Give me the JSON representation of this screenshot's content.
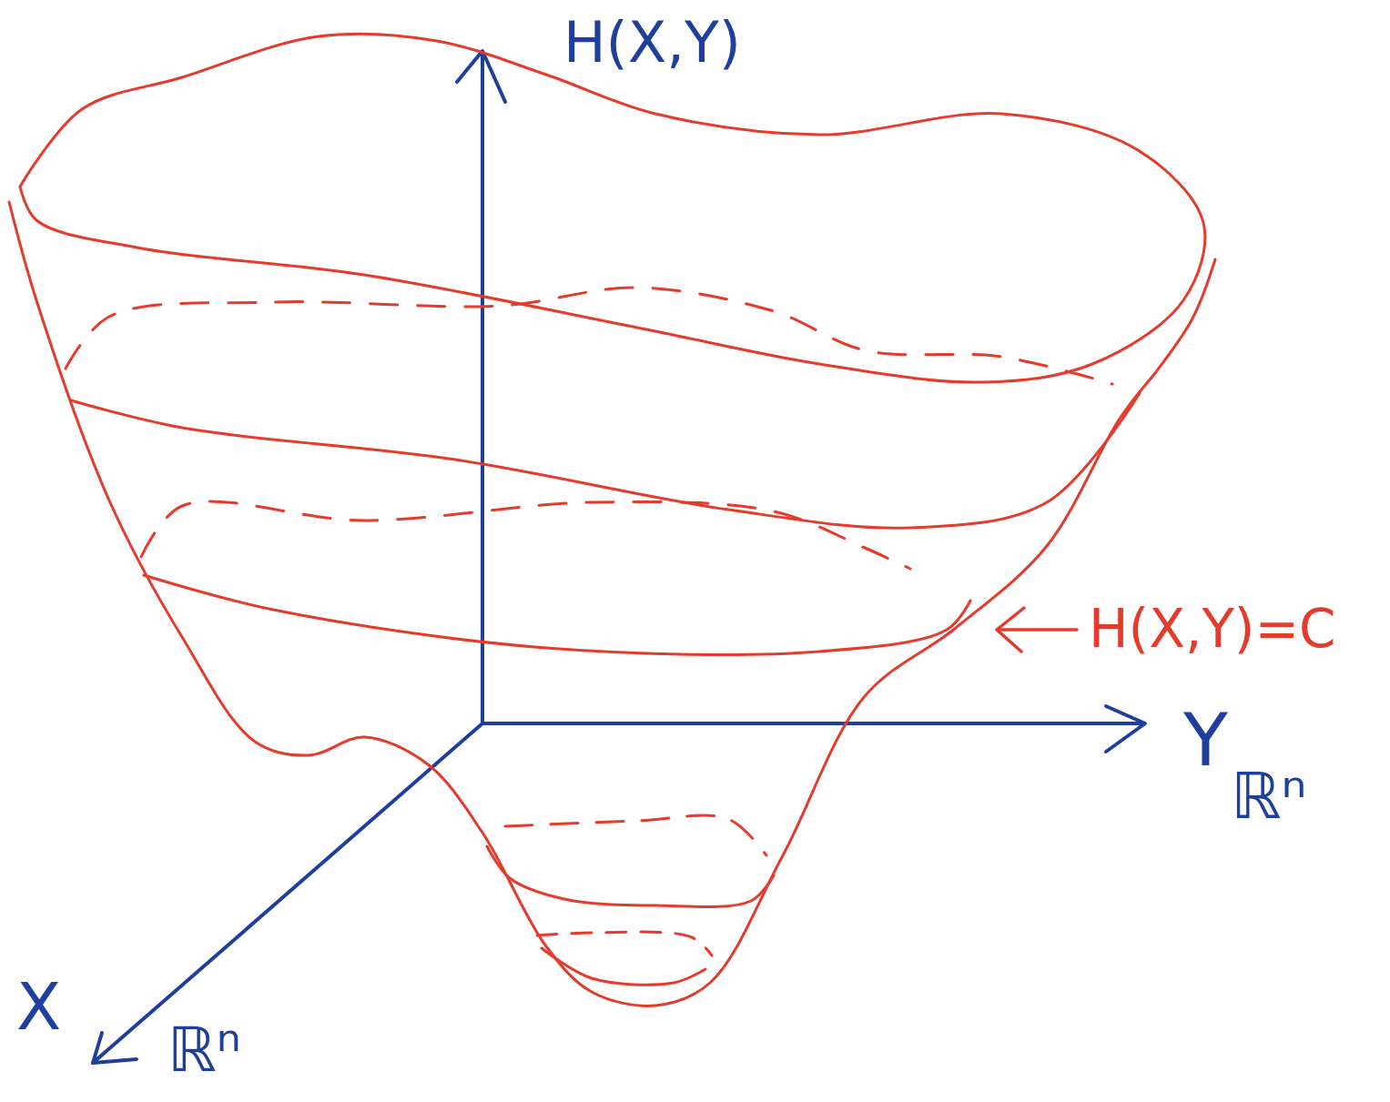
{
  "diagram": {
    "labels": [
      "H(X,Y)",
      "H(X,Y)=C",
      "Y",
      "ℝⁿ",
      "X",
      "ℝⁿ"
    ]
  }
}
